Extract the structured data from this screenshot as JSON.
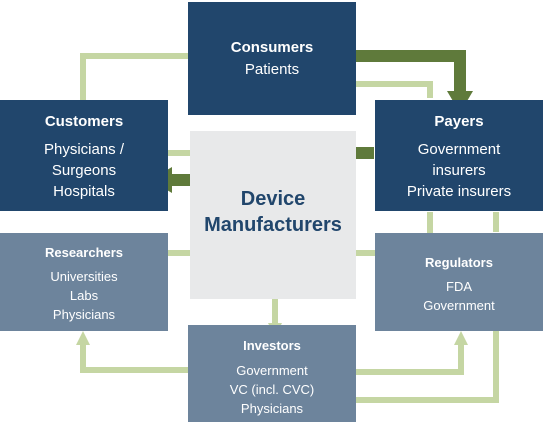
{
  "diagram": {
    "center": {
      "lines": [
        "Device",
        "Manufacturers"
      ]
    },
    "consumers": {
      "title": "Consumers",
      "lines": [
        "Patients"
      ]
    },
    "customers": {
      "title": "Customers",
      "lines": [
        "Physicians /",
        "Surgeons",
        "Hospitals"
      ]
    },
    "payers": {
      "title": "Payers",
      "lines": [
        "Government",
        "insurers",
        "Private insurers"
      ]
    },
    "researchers": {
      "title": "Researchers",
      "lines": [
        "Universities",
        "Labs",
        "Physicians"
      ]
    },
    "regulators": {
      "title": "Regulators",
      "lines": [
        "FDA",
        "Government"
      ]
    },
    "investors": {
      "title": "Investors",
      "lines": [
        "Government",
        "VC (incl. CVC)",
        "Physicians"
      ]
    }
  },
  "colors": {
    "dark_box": "#21466c",
    "light_box": "#6d849c",
    "center_box": "#e8e9ea",
    "center_text": "#21466c",
    "light_arrow": "#c5d6a3",
    "dark_arrow": "#5f7a3b"
  }
}
